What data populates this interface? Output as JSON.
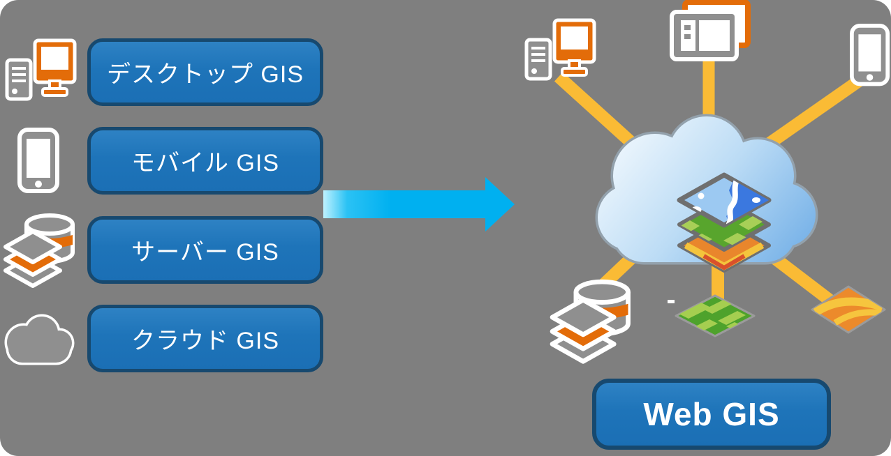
{
  "left": {
    "items": [
      {
        "label": "デスクトップ GIS",
        "icon": "desktop-computer-icon"
      },
      {
        "label": "モバイル GIS",
        "icon": "smartphone-icon"
      },
      {
        "label": "サーバー GIS",
        "icon": "server-database-icon"
      },
      {
        "label": "クラウド GIS",
        "icon": "cloud-icon"
      }
    ]
  },
  "flow_arrow": {
    "direction": "right",
    "color": "#00B0F0"
  },
  "hub": {
    "label": "Web GIS",
    "icon": "cloud-with-map-layers-icon",
    "connected_devices": [
      {
        "icon": "desktop-computer-icon"
      },
      {
        "icon": "tablet-icon"
      },
      {
        "icon": "smartphone-icon"
      },
      {
        "icon": "server-database-icon"
      },
      {
        "icon": "green-map-tile-icon"
      },
      {
        "icon": "orange-map-tile-icon"
      }
    ]
  },
  "colors": {
    "background": "#7F7F7F",
    "box_fill": "#1E74B9",
    "box_border": "#17496F",
    "box_text": "#FFFFFF",
    "accent_orange": "#E36C09",
    "spoke_yellow": "#FABB35",
    "arrow_cyan": "#00B0F0",
    "cloud_light": "#ECF5FC",
    "cloud_dark": "#79B3E8",
    "map_layer_blue": "#3B78DF",
    "map_layer_green": "#58A52D",
    "map_layer_orange": "#E9862C"
  }
}
